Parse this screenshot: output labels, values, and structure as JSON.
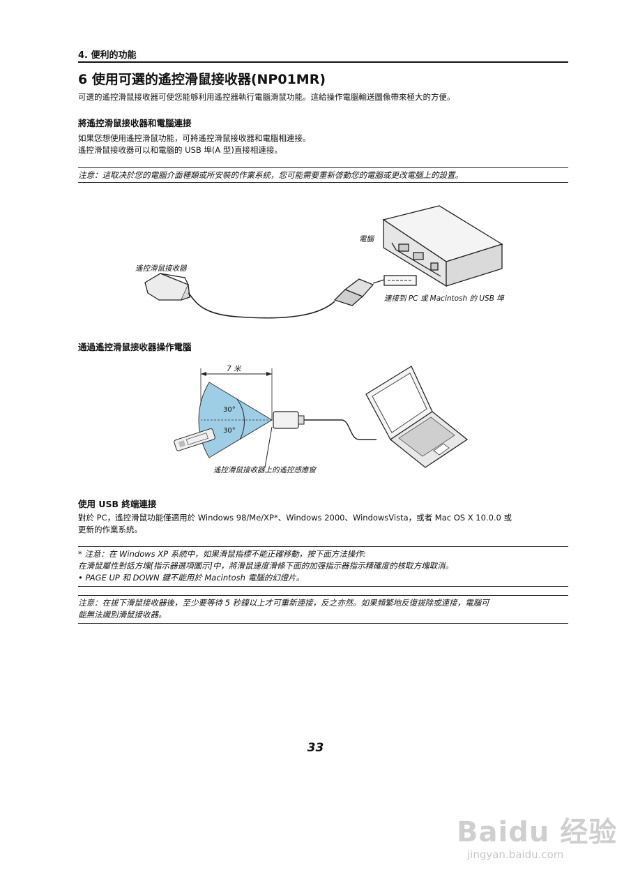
{
  "header": {
    "chapter": "4. 便利的功能"
  },
  "section": {
    "title": "6 使用可選的遙控滑鼠接收器(NP01MR)",
    "intro": "可選的遙控滑鼠接收器可使您能够利用遙控器執行電腦滑鼠功能。這給操作電腦輸送圖像帶來極大的方便。"
  },
  "connect": {
    "heading": "將遙控滑鼠接收器和電腦連接",
    "line1": "如果您想使用遙控滑鼠功能，可將遙控滑鼠接收器和電腦相連接。",
    "line2": "遙控滑鼠接收器可以和電腦的 USB 埠(A 型)直接相連接。"
  },
  "note1": "注意：這取决於您的電腦介面種類或所安裝的作業系統，您可能需要重新啓動您的電腦或更改電腦上的設置。",
  "figure1": {
    "label_computer": "電腦",
    "label_receiver": "遙控滑鼠接收器",
    "label_port": "連接到 PC 或 Macintosh 的 USB 埠"
  },
  "operate": {
    "heading": "通過遙控滑鼠接收器操作電腦"
  },
  "figure2": {
    "label_distance": "7 米",
    "angle_top": "30°",
    "angle_bottom": "30°",
    "label_window": "遙控滑鼠接收器上的遙控感應窗"
  },
  "usb": {
    "heading": "使用 USB 終端連接",
    "line1": "對於 PC，遙控滑鼠功能僅適用於 Windows 98/Me/XP*、Windows 2000、WindowsVista，或者 Mac OS X 10.0.0 或",
    "line2": "更新的作業系統。"
  },
  "note2": {
    "line1": "* 注意：在 Windows XP 系統中，如果滑鼠指標不能正確移動，按下面方法操作:",
    "line2": "在滑鼠屬性對話方塊[指示器選項圖示]中，將滑鼠速度滑條下面的加强指示器指示精確度的核取方塊取消。",
    "line3": "•    PAGE UP 和 DOWN 鍵不能用於 Macintosh 電腦的幻燈片。"
  },
  "note3": {
    "line1": "注意：在拔下滑鼠接收器後，至少要等待 5 秒鐘以上才可重新連接，反之亦然。如果頻繁地反復拔除或連接，電腦可",
    "line2": "能無法識別滑鼠接收器。"
  },
  "footer": {
    "page": "33"
  },
  "watermark": {
    "logo": "Baidu 经验",
    "url": "jingyan.baidu.com"
  }
}
